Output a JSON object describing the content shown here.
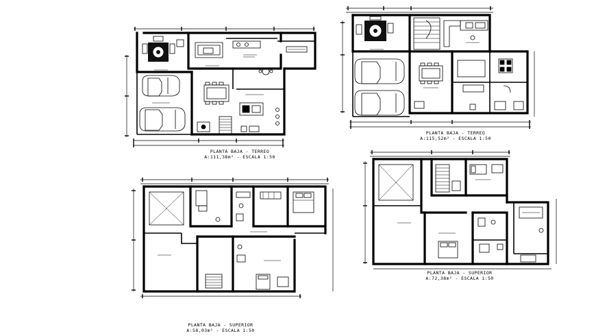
{
  "plans": [
    {
      "id": "ground-floor-1",
      "title": "PLANTA BAJA - TERREO",
      "subtitle": "A:111,38m² - ESCALA 1:50"
    },
    {
      "id": "ground-floor-2",
      "title": "PLANTA BAJA - TERREO",
      "subtitle": "A:115,52m² - ESCALA 1:50"
    },
    {
      "id": "upper-floor-1",
      "title": "PLANTA BAJA - SUPERIOR",
      "subtitle": "A:58,03m² - ESCALA 1:50"
    },
    {
      "id": "upper-floor-2",
      "title": "PLANTA BAJA - SUPERIOR",
      "subtitle": "A:72,38m² - ESCALA 1:50"
    }
  ],
  "colors": {
    "background": "#ffffff",
    "linework": "#000000"
  }
}
